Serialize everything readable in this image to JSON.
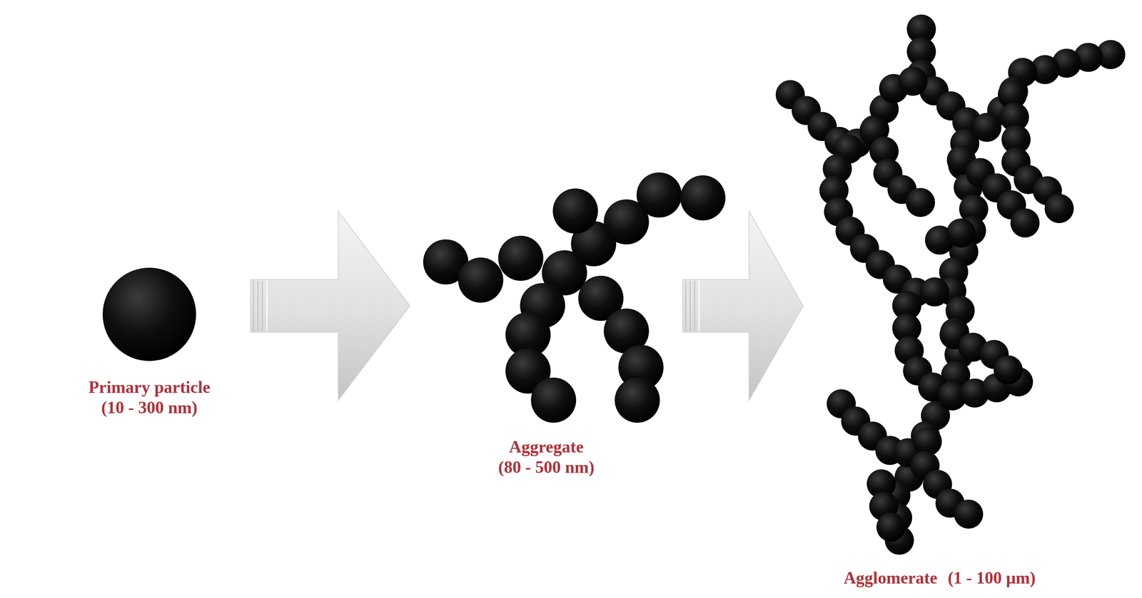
{
  "diagram": {
    "nodes": [
      {
        "text": [
          "Primary particle",
          "(10 - 300 nm)"
        ]
      },
      {
        "text": [
          "Aggregate",
          "(80 - 500 nm)"
        ]
      },
      {
        "text": [
          "Agglomerate",
          "(1 - 100 μm)"
        ]
      }
    ],
    "edges": [
      {
        "from": 0,
        "to": 1,
        "arrow": "to"
      },
      {
        "from": 1,
        "to": 2,
        "arrow": "to"
      }
    ]
  }
}
